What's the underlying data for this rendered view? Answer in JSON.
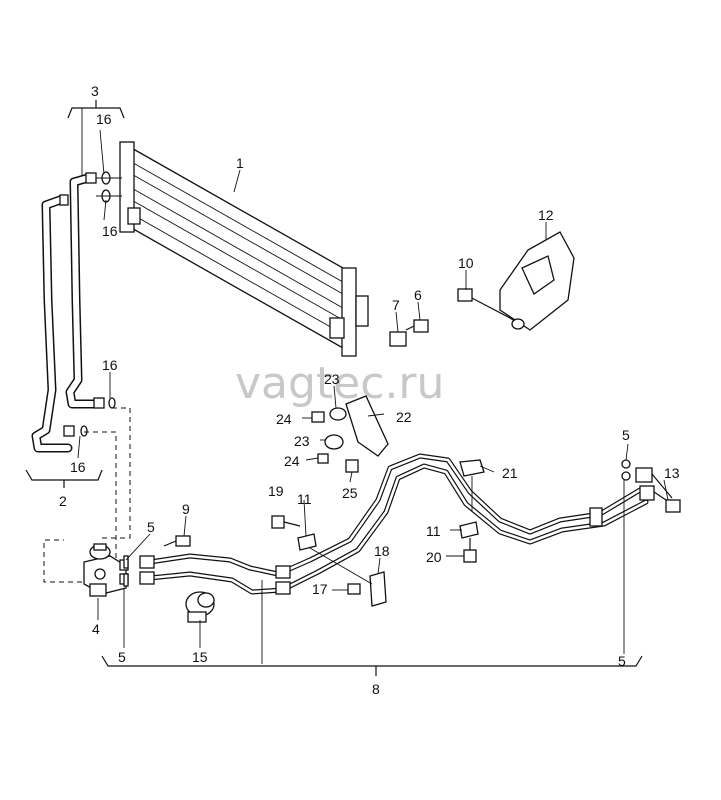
{
  "watermark": "vagtec.ru",
  "callouts": [
    "1",
    "2",
    "3",
    "4",
    "5",
    "5",
    "5",
    "5",
    "6",
    "7",
    "8",
    "9",
    "10",
    "11",
    "11",
    "12",
    "13",
    "15",
    "16",
    "16",
    "16",
    "16",
    "17",
    "18",
    "19",
    "20",
    "21",
    "22",
    "23",
    "23",
    "24",
    "24",
    "25"
  ]
}
